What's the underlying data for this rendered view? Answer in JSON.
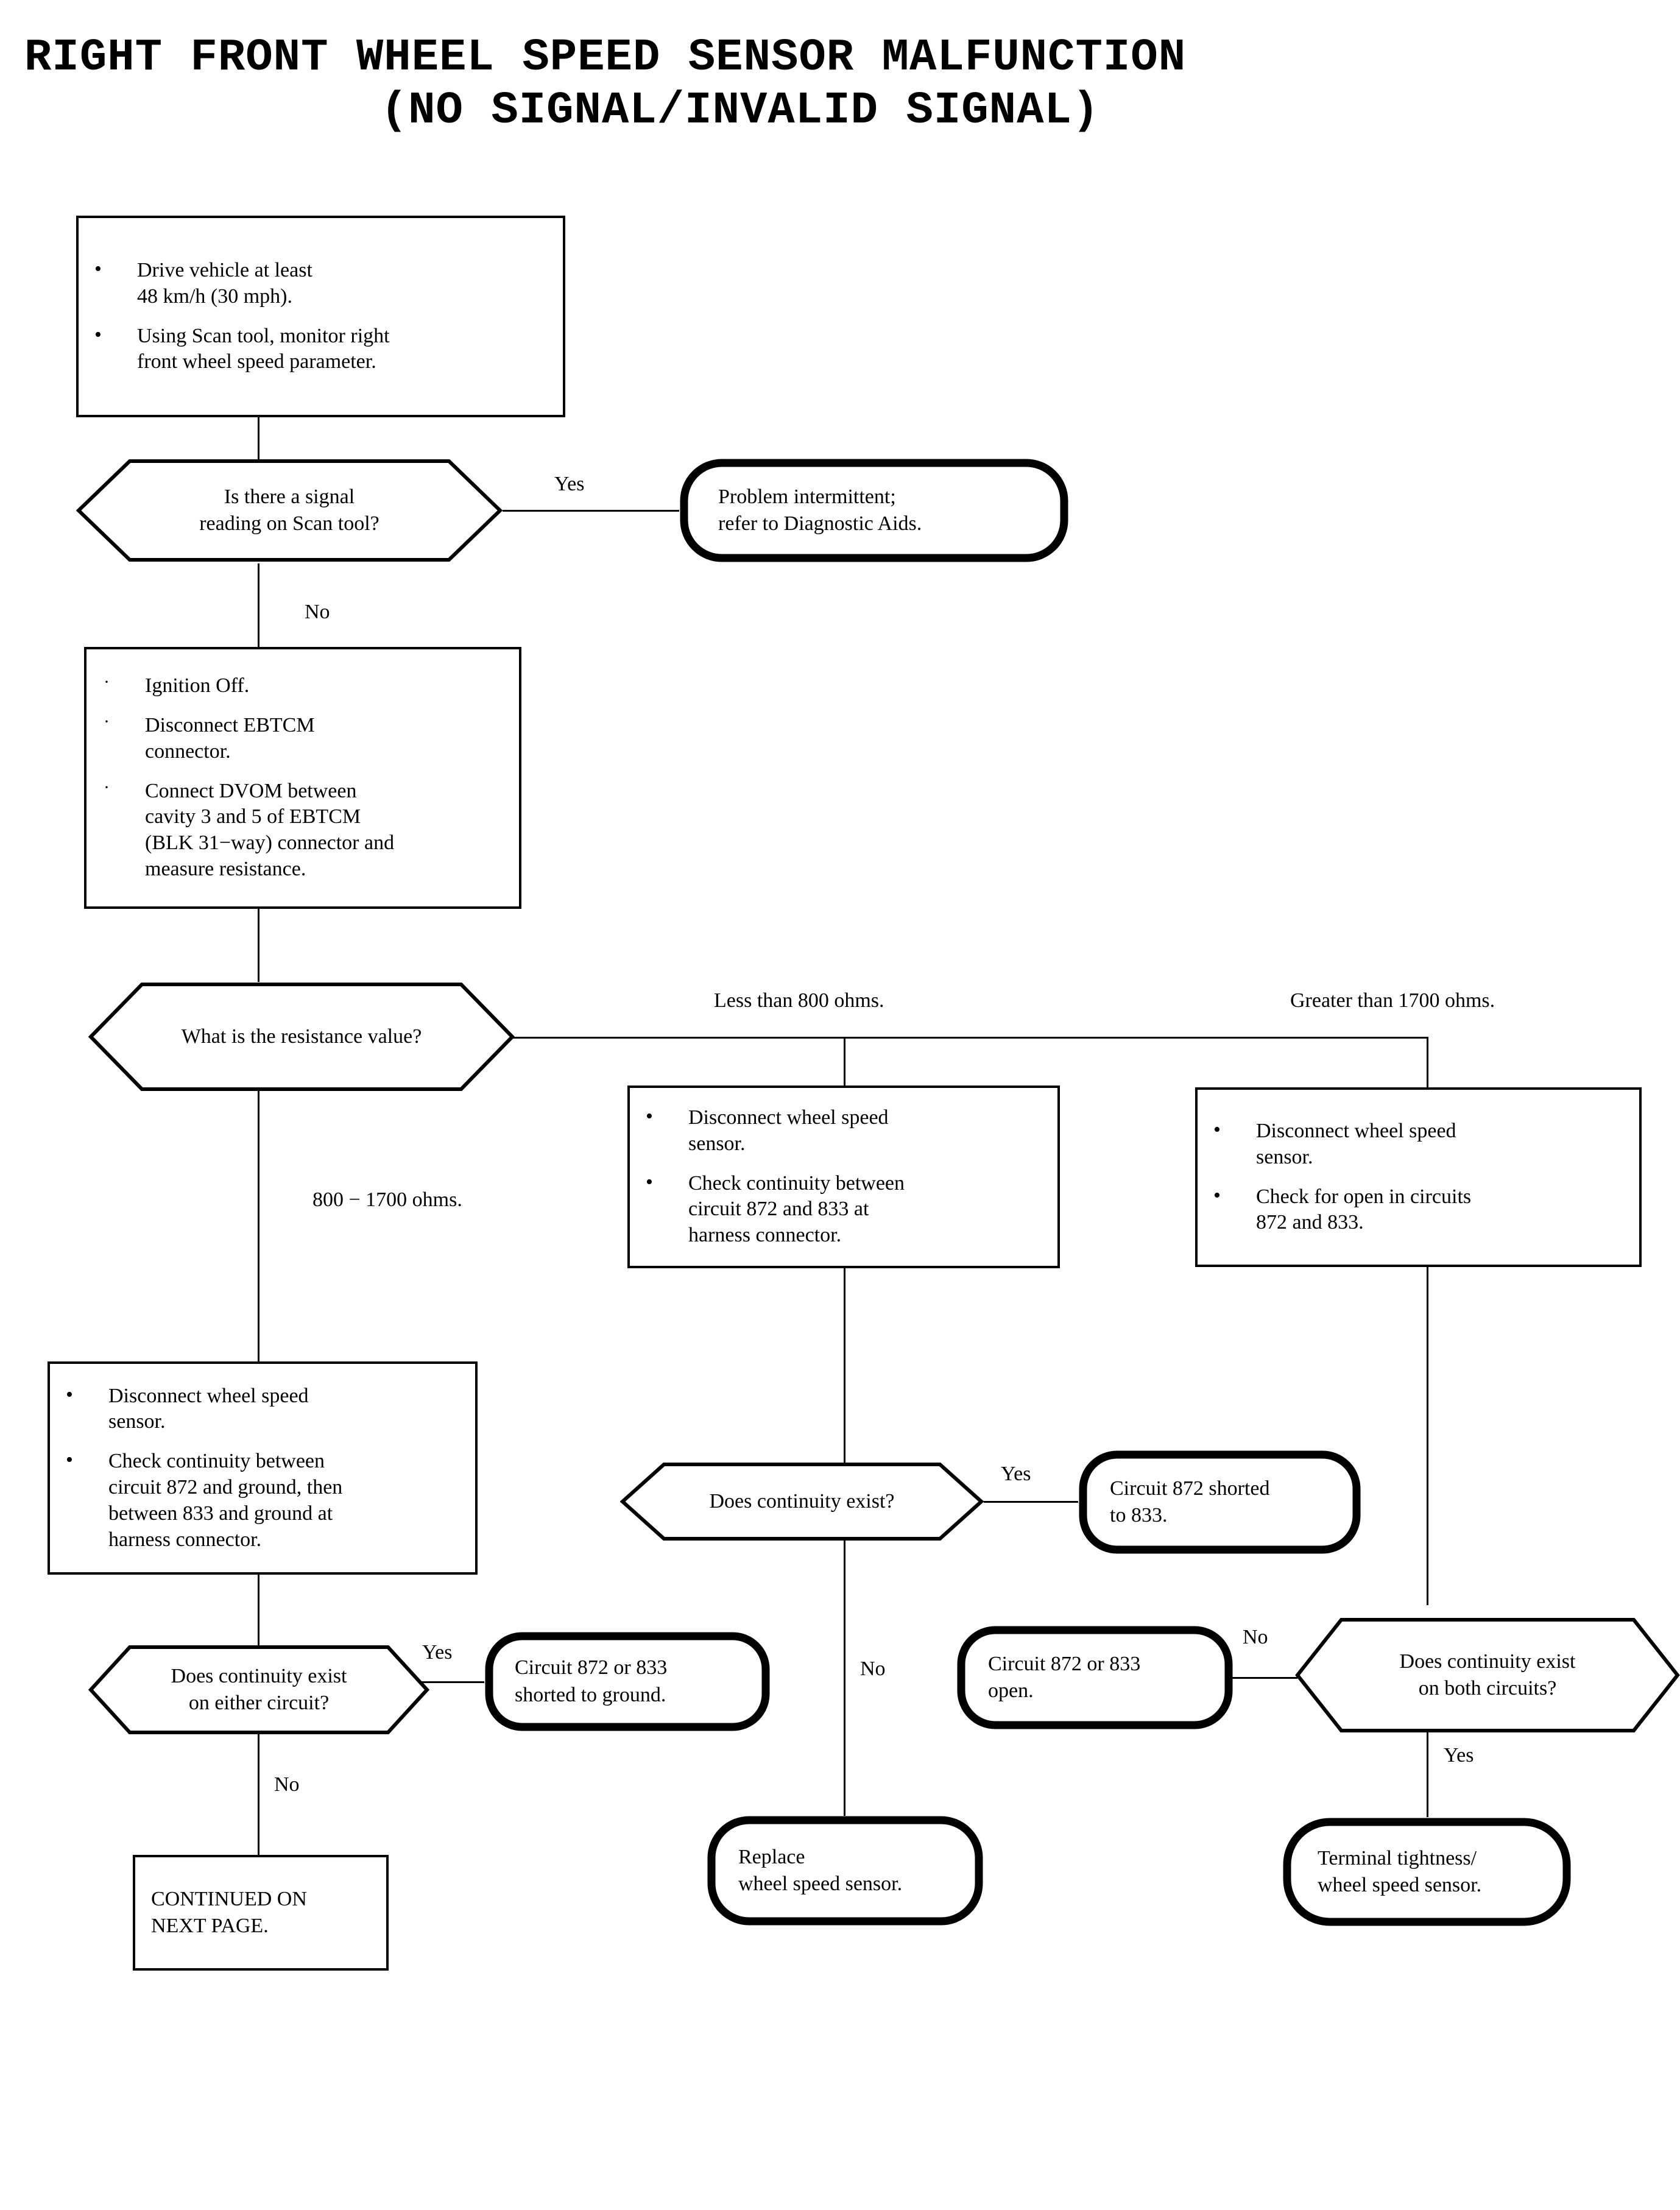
{
  "title": {
    "line1": "RIGHT FRONT WHEEL SPEED SENSOR MALFUNCTION",
    "line2": "(NO SIGNAL/INVALID SIGNAL)"
  },
  "colors": {
    "ink": "#000000",
    "paper": "#ffffff"
  },
  "nodes": {
    "step1": {
      "type": "process",
      "bullets": [
        "Drive vehicle at least\n48 km/h (30 mph).",
        "Using Scan tool, monitor right\nfront wheel speed parameter."
      ]
    },
    "decision1": {
      "type": "decision",
      "text": "Is there a signal\nreading on Scan tool?"
    },
    "terminal1": {
      "type": "terminal",
      "text": "Problem intermittent;\nrefer to Diagnostic Aids."
    },
    "step2": {
      "type": "process",
      "bullets": [
        "Ignition Off.",
        "Disconnect EBTCM\nconnector.",
        "Connect DVOM between\ncavity 3 and 5 of EBTCM\n(BLK 31−way) connector and\nmeasure resistance."
      ]
    },
    "decision2": {
      "type": "decision",
      "text": "What is the resistance value?"
    },
    "step3_mid": {
      "type": "process",
      "bullets": [
        "Disconnect wheel speed\nsensor.",
        "Check continuity between\ncircuit 872 and 833 at\nharness connector."
      ]
    },
    "step3_right": {
      "type": "process",
      "bullets": [
        "Disconnect wheel speed\nsensor.",
        "Check for open in circuits\n872 and 833."
      ]
    },
    "step3_left": {
      "type": "process",
      "bullets": [
        "Disconnect wheel speed\nsensor.",
        "Check continuity between\ncircuit 872 and ground, then\nbetween 833 and ground at\nharness connector."
      ]
    },
    "decision3_mid": {
      "type": "decision",
      "text": "Does continuity exist?"
    },
    "terminal2": {
      "type": "terminal",
      "text": "Circuit 872 shorted\nto 833."
    },
    "decision3_right": {
      "type": "decision",
      "text": "Does continuity exist\non both circuits?"
    },
    "terminal3": {
      "type": "terminal",
      "text": "Circuit 872 or 833\nopen."
    },
    "decision3_left": {
      "type": "decision",
      "text": "Does continuity exist\non either circuit?"
    },
    "terminal4": {
      "type": "terminal",
      "text": "Circuit 872 or 833\nshorted to ground."
    },
    "terminal5": {
      "type": "process",
      "text": "CONTINUED ON\nNEXT PAGE."
    },
    "terminal6": {
      "type": "terminal",
      "text": "Replace\nwheel speed sensor."
    },
    "terminal7": {
      "type": "terminal",
      "text": "Terminal tightness/\nwheel speed sensor."
    }
  },
  "edge_labels": {
    "yes1": "Yes",
    "no1": "No",
    "less_than_800": "Less than 800 ohms.",
    "greater_than_1700": "Greater than 1700 ohms.",
    "range_800_1700": "800 − 1700 ohms.",
    "yes_mid": "Yes",
    "no_mid": "No",
    "no_right": "No",
    "yes_right": "Yes",
    "yes_left": "Yes",
    "no_left": "No"
  },
  "glyphs": {
    "bullet_filled": "•",
    "bullet_dot": "·"
  }
}
